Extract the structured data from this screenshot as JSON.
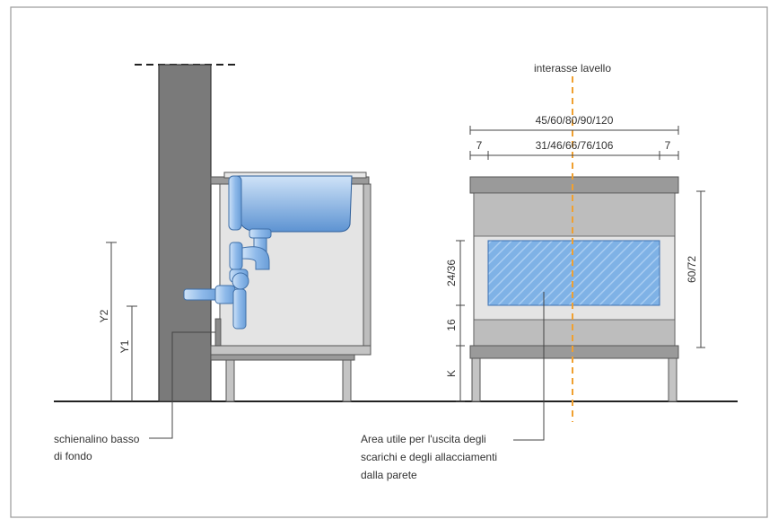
{
  "labels": {
    "centerline": "interasse lavello",
    "overall_width": "45/60/80/90/120",
    "side_gap_left": "7",
    "inner_width": "31/46/66/76/106",
    "side_gap_right": "7",
    "area_height": "24/36",
    "base_height_16": "16",
    "leg_height": "K",
    "cabinet_height": "60/72",
    "y2": "Y2",
    "y1": "Y1",
    "back_panel_line1": "schienalino basso",
    "back_panel_line2": "di fondo",
    "area_note_line1": "Area utile per l'uscita degli",
    "area_note_line2": "scarichi e degli allacciamenti",
    "area_note_line3": "dalla parete"
  },
  "colors": {
    "wall": "#7a7a7a",
    "cabinet_fill": "#e4e4e4",
    "band_fill": "#bdbdbd",
    "area_fill": "#6fa8e0",
    "pipe_fill": "#9cc3ec",
    "centerline": "#f0a030"
  }
}
